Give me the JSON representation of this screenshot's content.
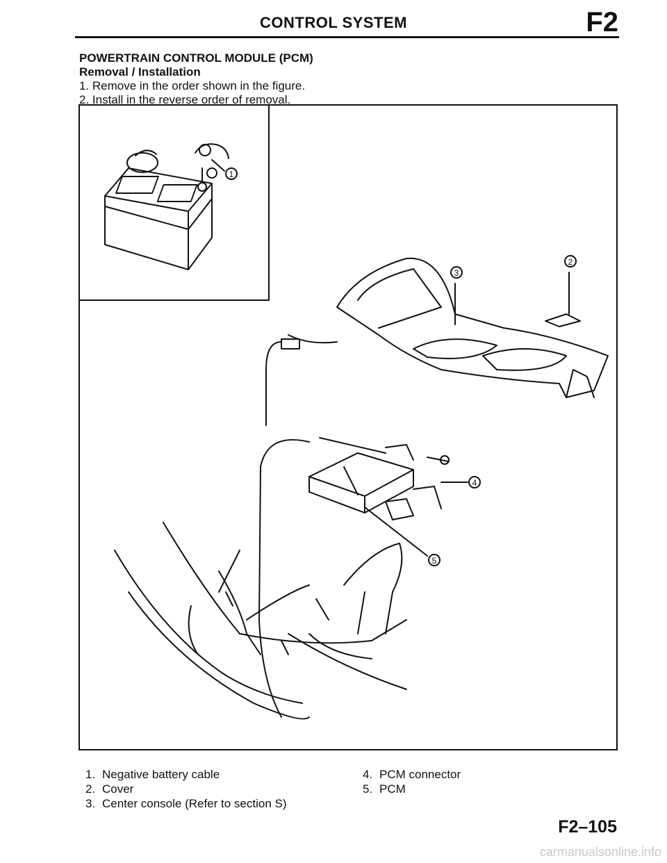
{
  "header": {
    "title": "CONTROL SYSTEM",
    "section": "F2"
  },
  "intro": {
    "section_title": "POWERTRAIN CONTROL MODULE (PCM)",
    "subtitle": "Removal / Installation",
    "steps": [
      "1. Remove in the order shown in the figure.",
      "2. Install in the reverse order of removal."
    ]
  },
  "figure": {
    "callouts": [
      "1",
      "2",
      "3",
      "4",
      "5"
    ]
  },
  "legend": {
    "col1": [
      {
        "num": "1.",
        "text": "Negative battery cable"
      },
      {
        "num": "2.",
        "text": "Cover"
      },
      {
        "num": "3.",
        "text": "Center console (Refer to section S)"
      }
    ],
    "col2": [
      {
        "num": "4.",
        "text": "PCM connector"
      },
      {
        "num": "5.",
        "text": "PCM"
      }
    ]
  },
  "footer": {
    "page_number": "F2–105",
    "watermark": "carmanualsonline.info"
  }
}
